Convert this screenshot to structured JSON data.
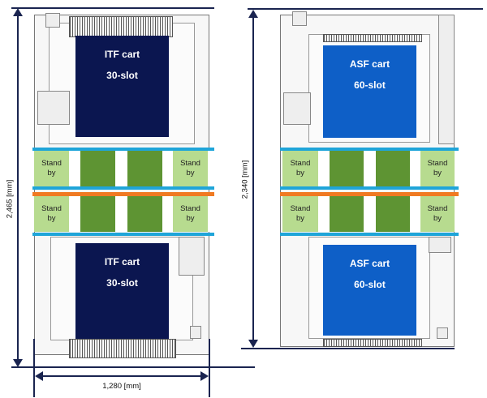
{
  "left_machine": {
    "top_cart": {
      "name": "ITF cart",
      "slots": "30-slot"
    },
    "bottom_cart": {
      "name": "ITF cart",
      "slots": "30-slot"
    },
    "cart_color": "#0b1650",
    "row1": [
      "Stand\nby",
      "",
      "",
      "Stand\nby"
    ],
    "row2": [
      "Stand\nby",
      "",
      "",
      "Stand\nby"
    ],
    "height_label": "2,465 [mm]",
    "width_label": "1,280 [mm]"
  },
  "right_machine": {
    "top_cart": {
      "name": "ASF cart",
      "slots": "60-slot"
    },
    "bottom_cart": {
      "name": "ASF cart",
      "slots": "60-slot"
    },
    "cart_color": "#0e5fc7",
    "row1": [
      "Stand\nby",
      "",
      "",
      "Stand\nby"
    ],
    "row2": [
      "Stand\nby",
      "",
      "",
      "Stand\nby"
    ],
    "height_label": "2,340 [mm]"
  },
  "colors": {
    "standby": "#b7db8f",
    "active": "#5e9433",
    "rail_blue": "#1fa5d9",
    "rail_orange": "#f07a22",
    "dimension": "#1a2450"
  }
}
